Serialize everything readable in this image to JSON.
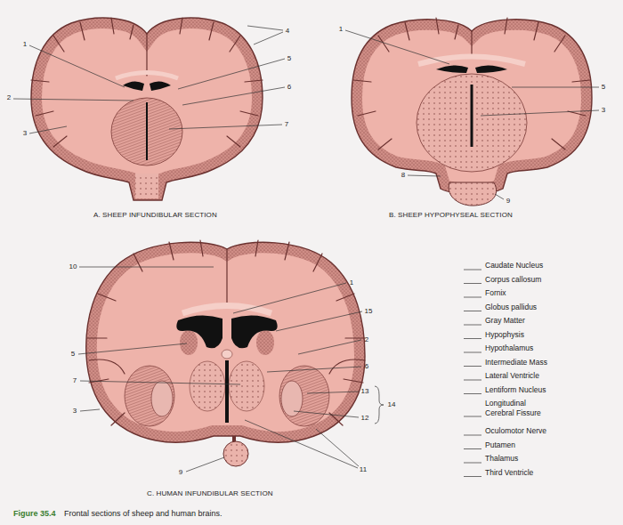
{
  "diagram": {
    "caption": "Frontal sections of sheep and human brains.",
    "labels": [
      "1",
      "2",
      "3",
      "4",
      "5",
      "6",
      "7",
      "A. SHEEP INFUNDIBULAR SECTION",
      "1",
      "5",
      "3",
      "8",
      "9",
      "B. SHEEP HYPOPHYSEAL SECTION",
      "10",
      "1",
      "15",
      "2",
      "5",
      "6",
      "7",
      "13",
      "14",
      "12",
      "3",
      "9",
      "11",
      "C. HUMAN INFUNDIBULAR SECTION",
      "Figure 35.4",
      "Caudate Nucleus",
      "Corpus callosum",
      "Fornix",
      "Globus pallidus",
      "Gray Matter",
      "Hypophysis",
      "Hypothalamus",
      "Intermediate Mass",
      "Lateral Ventricle",
      "Lentiform Nucleus",
      "Longitudinal Cerebral Fissure",
      "Oculomotor Nerve",
      "Putamen",
      "Thalamus",
      "Third Ventricle"
    ]
  }
}
